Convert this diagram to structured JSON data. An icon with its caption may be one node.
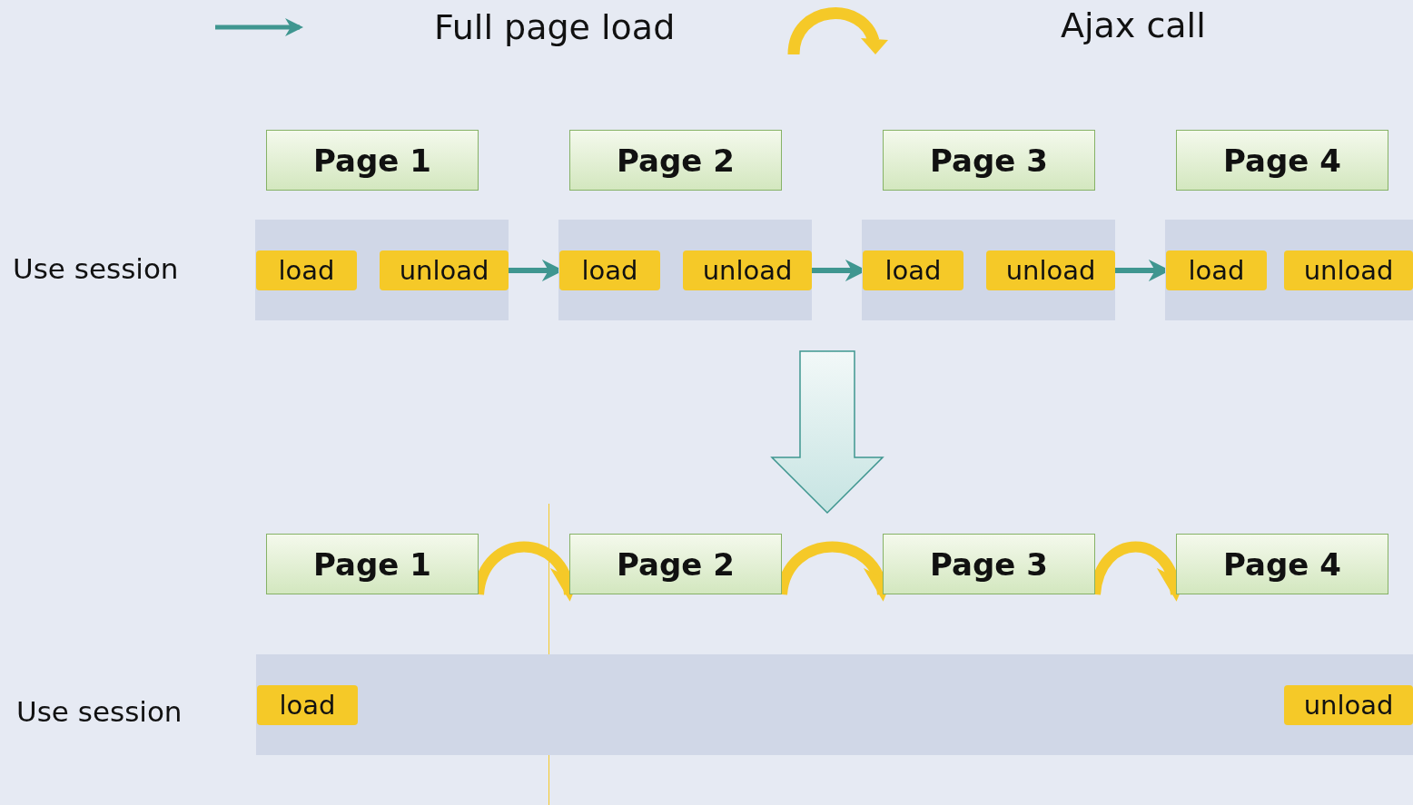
{
  "diagram": {
    "nodes": [
      {
        "text": [
          "Page 1"
        ]
      },
      {
        "text": [
          "Page 2"
        ]
      },
      {
        "text": [
          "Page 3"
        ]
      },
      {
        "text": [
          "Page 4"
        ]
      },
      {
        "text": [],
        "shape": "box"
      },
      {
        "text": [
          "load"
        ],
        "in": 4
      },
      {
        "text": [
          "unload"
        ],
        "in": 4
      },
      {
        "text": [],
        "shape": "box"
      },
      {
        "text": [
          "load"
        ],
        "in": 7
      },
      {
        "text": [
          "unload"
        ],
        "in": 7
      },
      {
        "text": [],
        "shape": "box"
      },
      {
        "text": [
          "load"
        ],
        "in": 10
      },
      {
        "text": [
          "unload"
        ],
        "in": 10
      },
      {
        "text": [],
        "shape": "box"
      },
      {
        "text": [
          "load"
        ],
        "in": 13
      },
      {
        "text": [
          "unload"
        ],
        "in": 13
      },
      {
        "text": [
          "Page 1"
        ]
      },
      {
        "text": [
          "Page 2"
        ]
      },
      {
        "text": [
          "Page 3"
        ]
      },
      {
        "text": [
          "Page 4"
        ]
      },
      {
        "text": [],
        "shape": "box"
      },
      {
        "text": [
          "load"
        ],
        "in": 20
      },
      {
        "text": [
          "unload"
        ],
        "in": 20
      }
    ],
    "edges": [
      {
        "from": 6,
        "to": 8,
        "arrow": "to"
      },
      {
        "from": 9,
        "to": 11,
        "arrow": "to"
      },
      {
        "from": 12,
        "to": 14,
        "arrow": "to"
      },
      {
        "from": 16,
        "to": 17,
        "arrow": "to",
        "style": "thick",
        "color": "#f5c928"
      },
      {
        "from": 17,
        "to": 18,
        "arrow": "to",
        "style": "thick",
        "color": "#f5c928"
      },
      {
        "from": 18,
        "to": 19,
        "arrow": "to",
        "style": "thick",
        "color": "#f5c928"
      }
    ],
    "labels": [
      "Use session",
      "Use session"
    ],
    "legend": [
      {
        "text": "Full page load"
      },
      {
        "text": "Ajax call"
      }
    ]
  }
}
